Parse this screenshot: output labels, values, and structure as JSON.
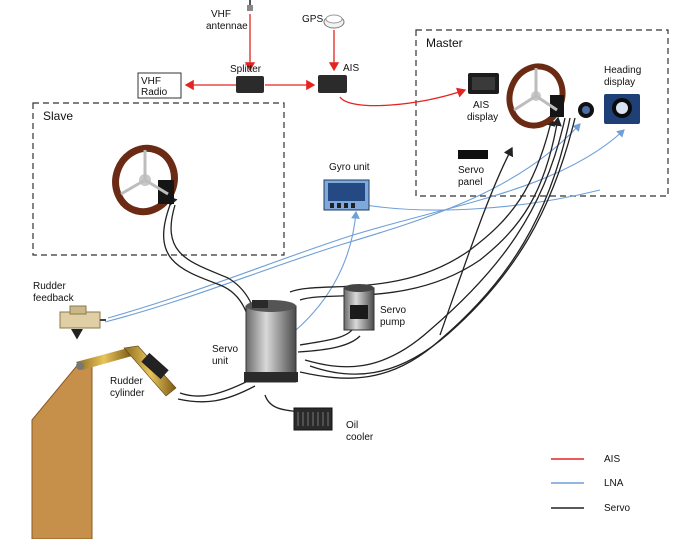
{
  "labels": {
    "vhf_antenna_line1": "VHF",
    "vhf_antenna_line2": "antennae",
    "gps": "GPS",
    "splitter": "Splitter",
    "ais_unit": "AIS",
    "vhf_radio_line1": "VHF",
    "vhf_radio_line2": "Radio",
    "master": "Master",
    "slave": "Slave",
    "ais_display_line1": "AIS",
    "ais_display_line2": "display",
    "heading_display_line1": "Heading",
    "heading_display_line2": "display",
    "servo_panel_line1": "Servo",
    "servo_panel_line2": "panel",
    "gyro_unit": "Gyro unit",
    "rudder_feedback_line1": "Rudder",
    "rudder_feedback_line2": "feedback",
    "servo_pump_line1": "Servo",
    "servo_pump_line2": "pump",
    "servo_unit_line1": "Servo",
    "servo_unit_line2": "unit",
    "rudder_cylinder_line1": "Rudder",
    "rudder_cylinder_line2": "cylinder",
    "oil_cooler_line1": "Oil",
    "oil_cooler_line2": "cooler"
  },
  "legend": [
    {
      "label": "AIS",
      "color": "#e52421"
    },
    {
      "label": "LNA",
      "color": "#6f9fd8"
    },
    {
      "label": "Servo",
      "color": "#222222"
    }
  ],
  "colors": {
    "ais": "#e52421",
    "lna": "#6f9fd8",
    "servo": "#222222",
    "rudder": "#c7904a"
  }
}
